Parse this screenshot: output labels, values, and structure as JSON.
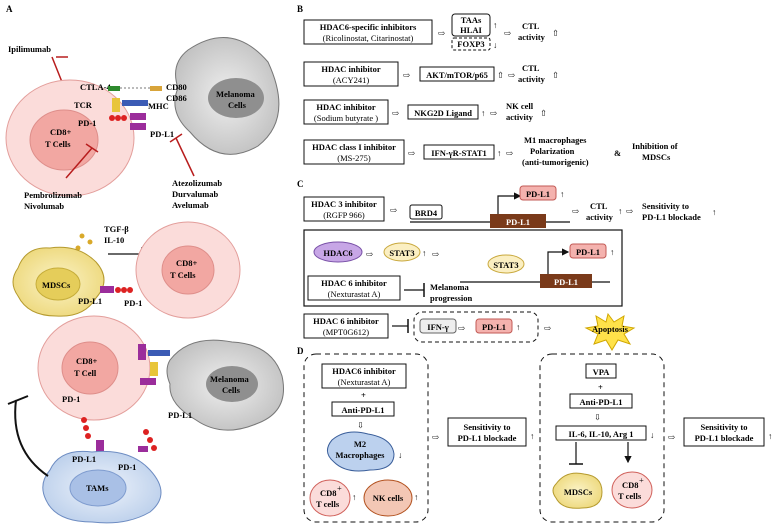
{
  "panels": {
    "a": "A",
    "b": "B",
    "c": "C",
    "d": "D"
  },
  "colors": {
    "tcell_fill": "#f6c6c3",
    "tcell_core": "#ee9e9a",
    "melanoma": "#c8c8c8",
    "mdsc": "#f3e38e",
    "tam": "#c5d7ee",
    "pdl1_box": "#f4b2ae",
    "brown": "#7a3a1a",
    "hdac6_oval": "#c7a6e6",
    "apoptosis": "#ffe24a",
    "inhibit": "#b81d1d"
  },
  "panel_a": {
    "ipilimumab": "Ipilimumab",
    "ctla4": "CTLA-4",
    "cd80": "CD80",
    "cd86": "CD86",
    "tcr": "TCR",
    "mhc": "MHC",
    "pd1": "PD-1",
    "pdl1": "PD-L1",
    "cd8_t_cells_1": "CD8+",
    "cd8_t_cells_2": "T Cells",
    "melanoma_1": "Melanoma",
    "melanoma_2": "Cells",
    "pembro": "Pembrolizumab",
    "nivo": "Nivolumab",
    "atezo": "Atezolizumab",
    "durva": "Durvalumab",
    "avel": "Avelumab",
    "tgfb": "TGF-β",
    "il10": "IL-10",
    "mdscs": "MDSCs",
    "cd8_t_cell_1": "CD8+",
    "cd8_t_cell_2": "T Cell",
    "tams": "TAMs"
  },
  "panel_b": {
    "r1_title": "HDAC6-specific inhibitors",
    "r1_sub": "(Ricolinostat, Citarinostat)",
    "taas": "TAAs",
    "hlai": "HLAI",
    "foxp3": "FOXP3",
    "ctl": "CTL",
    "activity": "activity",
    "r2_title": "HDAC inhibitor",
    "r2_sub": "(ACY241)",
    "akt": "AKT/mTOR/p65",
    "r3_title": "HDAC  inhibitor",
    "r3_sub": "(Sodium butyrate )",
    "nkg2d": "NKG2D Ligand",
    "nk_cell": "NK cell",
    "r4_title": "HDAC class I inhibitor",
    "r4_sub": "(MS-275)",
    "ifn_stat1": "IFN-γR-STAT1",
    "m1_1": "M1 macrophages",
    "m1_2": "Polarization",
    "m1_3": "(anti-tumorigenic)",
    "amp": "&",
    "inh_1": "Inhibition of",
    "inh_2": "MDSCs"
  },
  "panel_c": {
    "r1_title": "HDAC 3 inhibitor",
    "r1_sub": "(RGFP 966)",
    "brd4": "BRD4",
    "pdl1": "PD-L1",
    "ctl": "CTL",
    "activity": "activity",
    "sens_1": "Sensitivity to",
    "sens_2": "PD-L1 blockade",
    "hdac6": "HDAC6",
    "stat3": "STAT3",
    "r2_title": "HDAC 6 inhibitor",
    "r2_sub": "(Nexturastat  A)",
    "melanoma_1": "Melanoma",
    "melanoma_2": "progression",
    "r3_title": "HDAC 6 inhibitor",
    "r3_sub": "(MPT0G612)",
    "ifng": "IFN-γ",
    "apoptosis": "Apoptosis"
  },
  "panel_d": {
    "l_title": "HDAC6 inhibitor",
    "l_sub": "(Nexturastat A)",
    "plus": "+",
    "anti": "Anti-PD-L1",
    "m2_1": "M2",
    "m2_2": "Macrophages",
    "cd8": "CD8",
    "sup": "+",
    "tcells": "T cells",
    "nk": "NK cells",
    "sens_1": "Sensitivity to",
    "sens_2": "PD-L1 blockade",
    "vpa": "VPA",
    "il6": "IL-6, IL-10, Arg 1",
    "mdscs": "MDSCs"
  }
}
